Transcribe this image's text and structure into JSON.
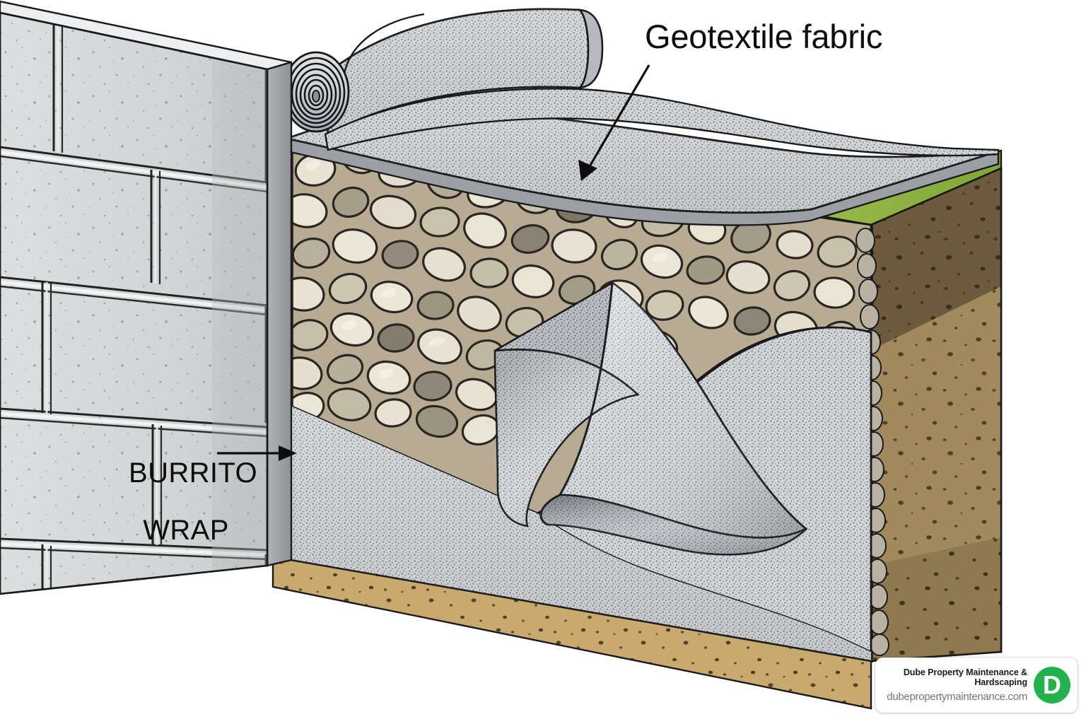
{
  "illustration": {
    "title": "Retaining wall burrito wrap geotextile cross-section",
    "background_color": "#ffffff"
  },
  "annotations": {
    "geotextile": {
      "label": "Geotextile fabric",
      "color": "#0d0d0d"
    },
    "burrito": {
      "line1": "BURRITO",
      "line2": "WRAP",
      "color": "#0d0d0d"
    }
  },
  "materials": {
    "wall_block_face": "#d3d5d6",
    "wall_block_face_shadow": "#c3c6c7",
    "wall_block_top": "#e4e6e7",
    "wall_block_side": "#9fa3a5",
    "mortar_line": "#2b2b2b",
    "geotextile_fabric": "#cdd0d4",
    "geotextile_fabric_dark": "#a8acb1",
    "geotextile_roll": "#c8cbcf",
    "drainage_gravel_light": "#e8e2d4",
    "drainage_gravel_mid": "#c9c1ae",
    "drainage_gravel_dark": "#8d8678",
    "gravel_outline": "#2a2722",
    "grass": "#8cb03f",
    "topsoil_dark": "#6e5a3c",
    "subsoil_tan": "#a08a5e",
    "subsoil_mid": "#8f7a50",
    "base_course_sand": "#c9a96e",
    "base_course_shadow": "#b89a61",
    "outline": "#1a1a1a"
  },
  "components": [
    {
      "name": "retaining-wall-blocks",
      "description": "Stacked gray concrete retaining wall blocks in running bond"
    },
    {
      "name": "geotextile-roll",
      "description": "Rolled geotextile fabric sitting on top of wall"
    },
    {
      "name": "geotextile-sheet-top",
      "description": "Unrolled geotextile sheet draped over backfill"
    },
    {
      "name": "drainage-gravel",
      "description": "Rounded clean drainage stone behind wall"
    },
    {
      "name": "geotextile-wrap-front",
      "description": "Geotextile fabric folded over the front of gravel, the burrito wrap"
    },
    {
      "name": "native-soil",
      "description": "Cut-away native soil strata with grass on top"
    },
    {
      "name": "base-course",
      "description": "Compacted granular base course below wall and gravel"
    }
  ],
  "watermark": {
    "title": "Dube Property Maintenance &\nHardscaping",
    "url": "dubepropertymaintenance.com",
    "logo_letter": "D",
    "logo_color": "#22b14c",
    "background": "#ffffff"
  }
}
